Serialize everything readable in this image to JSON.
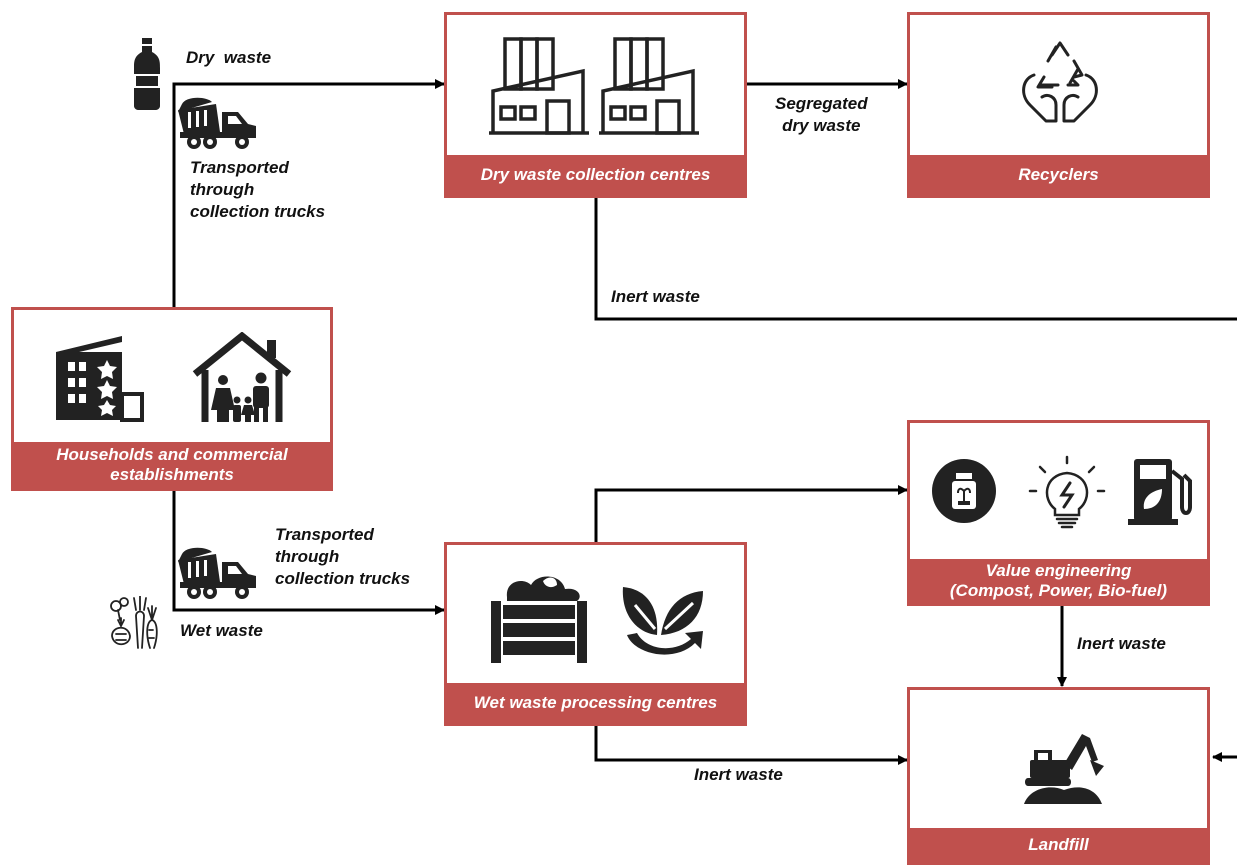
{
  "nodes": {
    "households": {
      "label_line1": "Households and commercial",
      "label_line2": "establishments"
    },
    "dry_centres": {
      "label": "Dry waste collection centres"
    },
    "recyclers": {
      "label": "Recyclers"
    },
    "wet_centres": {
      "label": "Wet waste processing centres"
    },
    "value_eng": {
      "label_line1": "Value engineering",
      "label_line2": "(Compost, Power, Bio-fuel)"
    },
    "landfill": {
      "label": "Landfill"
    }
  },
  "edges": {
    "dry_waste": "Dry  waste",
    "transport_top": [
      "Transported",
      "through",
      "collection trucks"
    ],
    "segregated": [
      "Segregated",
      "dry waste"
    ],
    "inert_top": "Inert waste",
    "transport_bottom": [
      "Transported",
      "through",
      "collection trucks"
    ],
    "wet_waste": "Wet waste",
    "inert_value": "Inert waste",
    "inert_wet": "Inert waste"
  },
  "colors": {
    "box_accent": "#c0504d",
    "line": "#000000"
  },
  "icons": [
    "bottle-icon",
    "dump-truck-icon",
    "factory-icon",
    "recycle-hands-icon",
    "hotel-icon",
    "family-house-icon",
    "vegetables-icon",
    "compost-bin-icon",
    "leaf-cycle-icon",
    "fertilizer-jar-icon",
    "lightbulb-icon",
    "fuel-pump-icon",
    "excavator-icon"
  ]
}
